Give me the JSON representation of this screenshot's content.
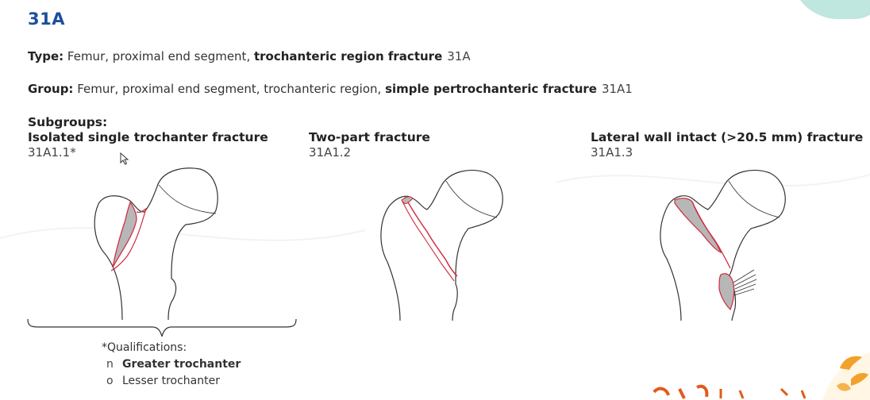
{
  "heading": "31A",
  "type_line": {
    "label": "Type:",
    "text": " Femur, proximal end segment, ",
    "bold": "trochanteric region fracture",
    "code": "31A"
  },
  "group_line": {
    "label": "Group:",
    "text": " Femur, proximal end segment, trochanteric region, ",
    "bold": "simple pertrochanteric fracture",
    "code": "31A1"
  },
  "subgroups_label": "Subgroups:",
  "subgroups": [
    {
      "name": "Isolated single trochanter fracture",
      "code": "31A1.1*"
    },
    {
      "name": "Two-part fracture",
      "code": "31A1.2"
    },
    {
      "name": "Lateral wall intact (>20.5 mm) fracture",
      "code": "31A1.3"
    }
  ],
  "qualifications": {
    "title": "*Qualifications:",
    "items": [
      {
        "marker": "n",
        "label": "Greater trochanter",
        "bold": true
      },
      {
        "marker": "o",
        "label": "Lesser trochanter",
        "bold": false
      }
    ]
  },
  "colors": {
    "heading": "#1b4f9c",
    "fracture_line": "#d0283c",
    "fragment_fill": "#b7b7b7",
    "bone_outline": "#333333",
    "bone_fill": "#ffffff"
  }
}
